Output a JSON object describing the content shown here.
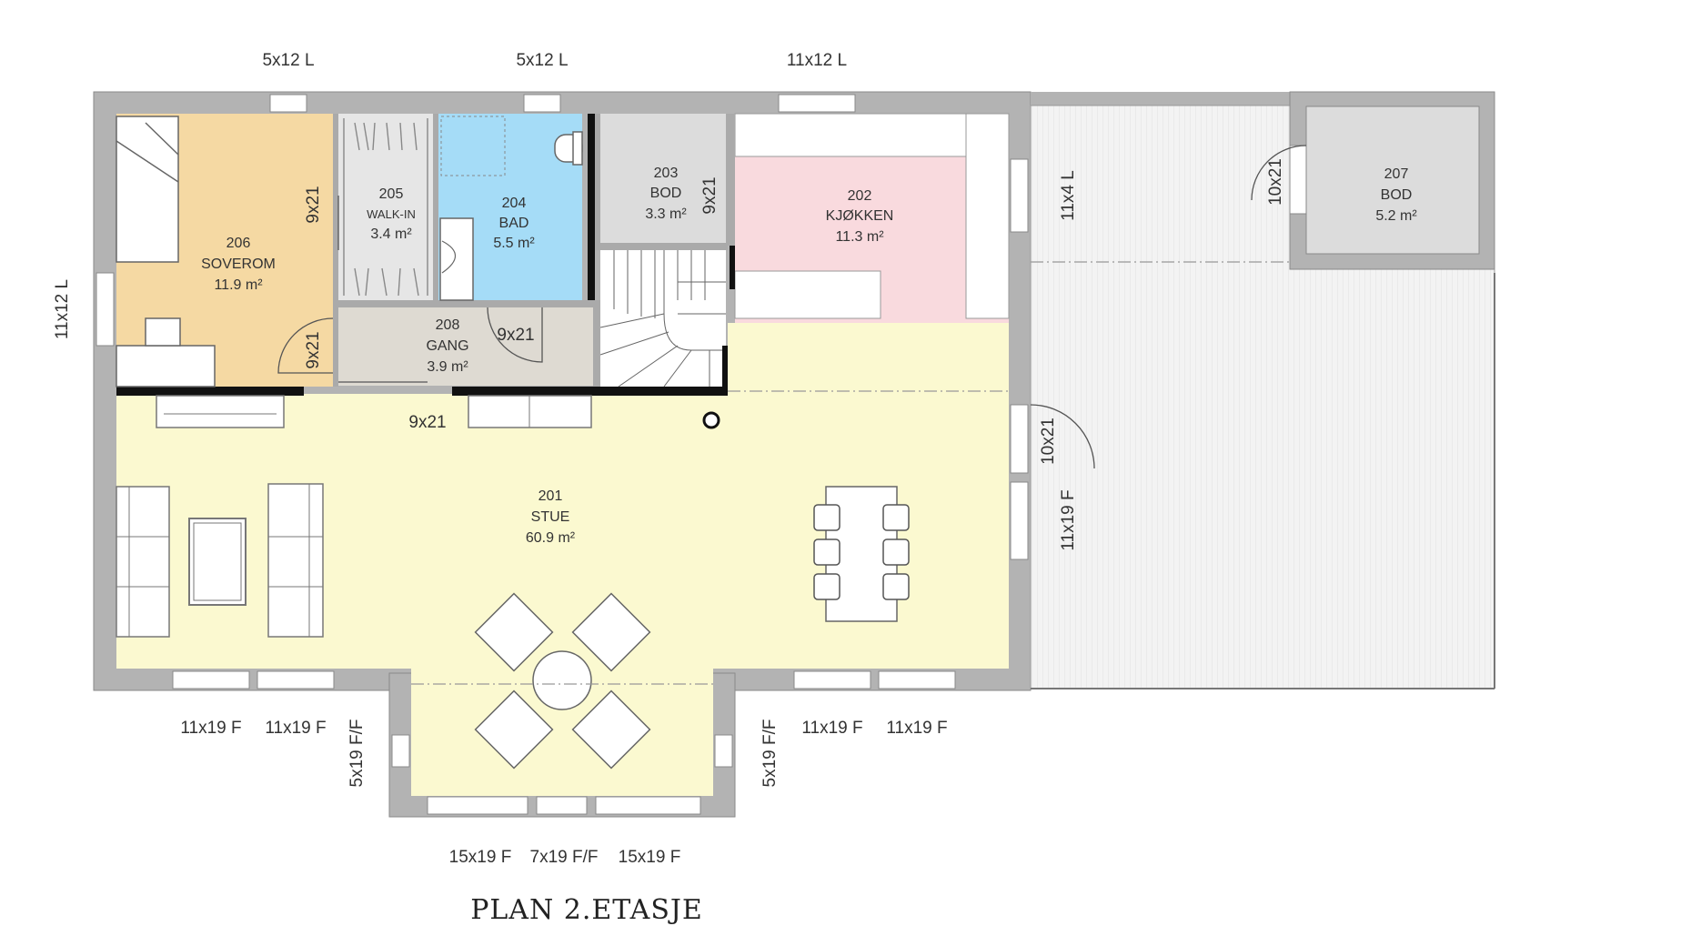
{
  "colors": {
    "wall": "#b0b0b0",
    "wall_edge": "#8a8a8a",
    "stue": "#fbf8cf",
    "soverom": "#f5d9a3",
    "bad": "#a5dcf7",
    "kjokken": "#f9dade",
    "gang": "#dedad2",
    "walkin": "#e6e6e6",
    "bod": "#dcdcdc",
    "terrace": "#f2f2f2",
    "window": "#ffffff",
    "thin_wall": "#111111"
  },
  "title": "PLAN 2.ETASJE",
  "rooms": [
    {
      "id": "206",
      "name": "SOVEROM",
      "area": "11.9 m²"
    },
    {
      "id": "205",
      "name": "WALK-IN",
      "area": "3.4 m²"
    },
    {
      "id": "204",
      "name": "BAD",
      "area": "5.5 m²"
    },
    {
      "id": "203",
      "name": "BOD",
      "area": "3.3 m²"
    },
    {
      "id": "202",
      "name": "KJØKKEN",
      "area": "11.3 m²"
    },
    {
      "id": "207",
      "name": "BOD",
      "area": "5.2 m²"
    },
    {
      "id": "208",
      "name": "GANG",
      "area": "3.9 m²"
    },
    {
      "id": "201",
      "name": "STUE",
      "area": "60.9 m²"
    }
  ],
  "window_labels": {
    "top_left": "5x12 L",
    "top_mid": "5x12 L",
    "top_right": "11x12 L",
    "left": "11x12 L",
    "kitchen_side": "11x4 L",
    "stue_side": "11x19 F",
    "bottom_1": "11x19 F",
    "bottom_2": "11x19 F",
    "bay_left": "5x19 F/F",
    "bay_right": "5x19 F/F",
    "bottom_3": "11x19 F",
    "bottom_4": "11x19 F",
    "bay_1": "15x19 F",
    "bay_2": "7x19 F/F",
    "bay_3": "15x19 F"
  },
  "door_labels": {
    "soverom_walkin": "9x21",
    "soverom_gang": "9x21",
    "gang_bad": "9x21",
    "gang_stue": "9x21",
    "bod_203": "9x21",
    "bod_207": "10x21",
    "terrace": "10x21"
  }
}
